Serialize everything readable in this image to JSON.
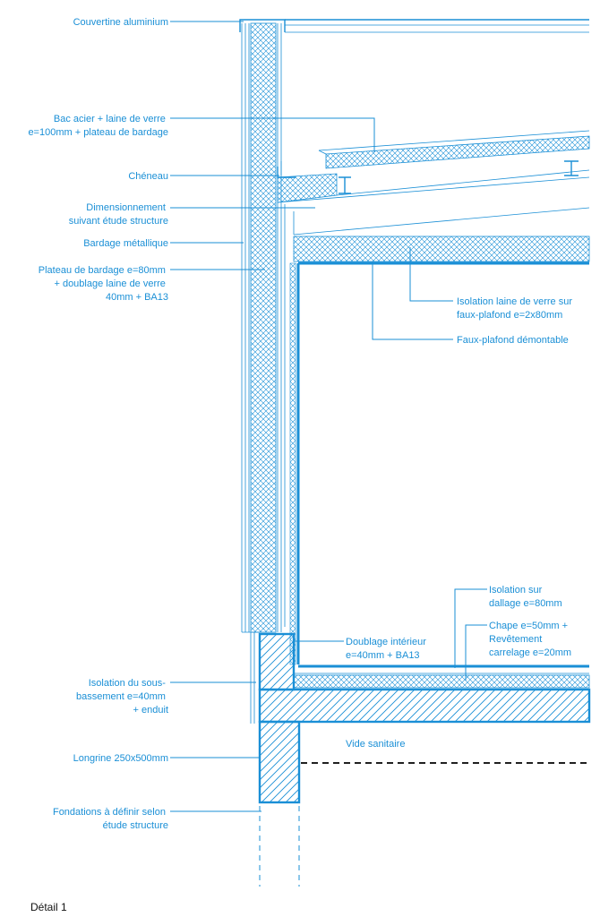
{
  "caption": "Détail 1",
  "colors": {
    "line": "#1a8fd6",
    "caption": "#111111",
    "void_line": "#000000"
  },
  "labels": {
    "couvertine": "Couvertine aluminium",
    "bac_acier_1": "Bac acier + laine de verre",
    "bac_acier_2": "e=100mm + plateau de bardage",
    "cheneau": "Chéneau",
    "dimensionnement_1": "Dimensionnement",
    "dimensionnement_2": "suivant étude structure",
    "bardage": "Bardage métallique",
    "plateau_1": "Plateau de bardage e=80mm",
    "plateau_2": "+ doublage laine de verre",
    "plateau_3": "40mm + BA13",
    "isolation_fp_1": "Isolation laine de verre sur",
    "isolation_fp_2": "faux-plafond e=2x80mm",
    "faux_plafond": "Faux-plafond démontable",
    "isolation_dallage_1": "Isolation sur",
    "isolation_dallage_2": "dallage e=80mm",
    "chape_1": "Chape e=50mm +",
    "chape_2": "Revêtement",
    "chape_3": "carrelage e=20mm",
    "doublage_1": "Doublage intérieur",
    "doublage_2": "e=40mm + BA13",
    "sous_bassement_1": "Isolation du sous-",
    "sous_bassement_2": "bassement e=40mm",
    "sous_bassement_3": "+ enduit",
    "vide_sanitaire": "Vide sanitaire",
    "longrine": "Longrine 250x500mm",
    "fondations_1": "Fondations à définir selon",
    "fondations_2": "étude structure"
  }
}
